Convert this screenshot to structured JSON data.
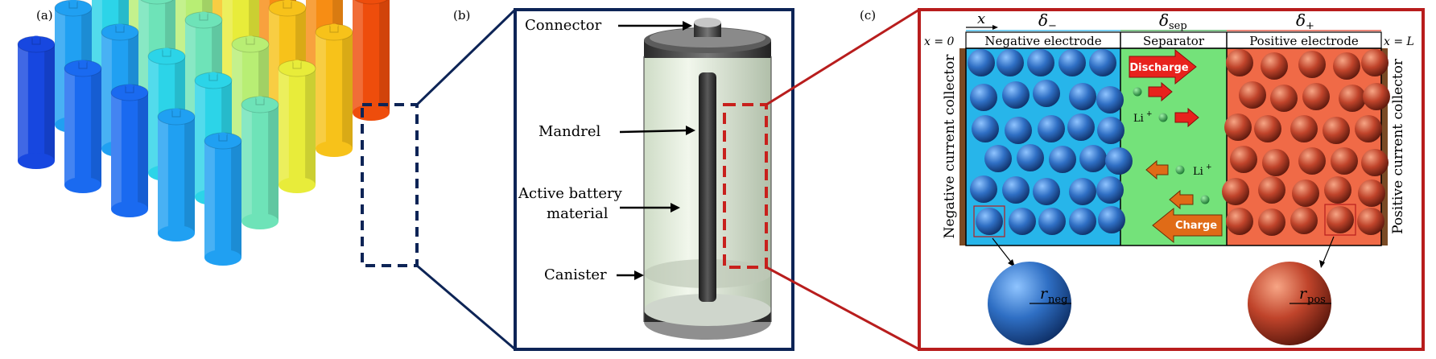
{
  "panels": {
    "a": {
      "label": "(a)"
    },
    "b": {
      "label": "(b)",
      "callouts": {
        "connector": "Connector",
        "mandrel": "Mandrel",
        "active_line1": "Active battery",
        "active_line2": "material",
        "canister": "Canister"
      }
    },
    "c": {
      "label": "(c)",
      "x_label": "x",
      "delta_neg": "δ",
      "delta_neg_sub": "−",
      "delta_sep": "δ",
      "delta_sep_sub": "sep",
      "delta_pos": "δ",
      "delta_pos_sub": "+",
      "x_zero": "x = 0",
      "x_L": "x = L",
      "neg_header": "Negative electrode",
      "sep_header": "Separator",
      "pos_header": "Positive electrode",
      "neg_collector": "Negative current collector",
      "pos_collector": "Positive current collector",
      "discharge": "Discharge",
      "charge": "Charge",
      "li_ion_1": "Li",
      "li_ion_1_sup": "+",
      "li_ion_2": "Li",
      "li_ion_2_sup": "+",
      "r_neg": "r",
      "r_neg_sub": "neg",
      "r_pos": "r",
      "r_pos_sub": "pos"
    }
  },
  "colors": {
    "frame_b": "#0d2456",
    "frame_c": "#b81d1d",
    "neg_electrode": "#27b5ea",
    "separator": "#74e27a",
    "pos_electrode": "#f06a47",
    "neg_particle": "#2f6fc4",
    "pos_particle": "#c0442b",
    "arrow_red": "#e8221d",
    "arrow_orange": "#e06b17",
    "li_ion": "#1f9a3a"
  }
}
